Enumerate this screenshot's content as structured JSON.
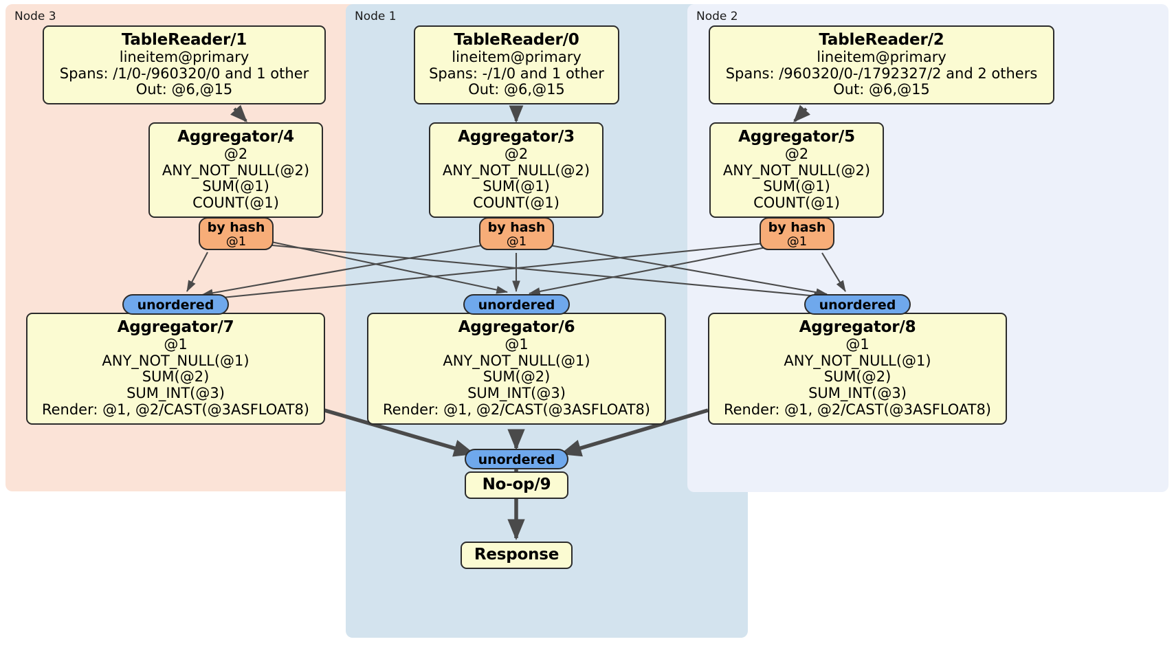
{
  "diagram": {
    "title": "Distributed SQL query execution plan",
    "colors": {
      "node3_bg": "#fbe3d7",
      "node1_bg": "#d3e3ee",
      "node2_bg": "#edf1fa",
      "processor_bg": "#fbfbd2",
      "hash_router_bg": "#f7ad78",
      "unordered_bg": "#6fa8ec",
      "border": "#2b2b2b",
      "edge": "#4a4a4a"
    }
  },
  "panels": [
    {
      "id": "node3",
      "label": "Node 3"
    },
    {
      "id": "node1",
      "label": "Node 1"
    },
    {
      "id": "node2",
      "label": "Node 2"
    }
  ],
  "processors": {
    "tablereader1": {
      "title": "TableReader/1",
      "lines": [
        "lineitem@primary",
        "Spans: /1/0-/960320/0 and 1 other",
        "Out: @6,@15"
      ]
    },
    "tablereader0": {
      "title": "TableReader/0",
      "lines": [
        "lineitem@primary",
        "Spans: -/1/0 and 1 other",
        "Out: @6,@15"
      ]
    },
    "tablereader2": {
      "title": "TableReader/2",
      "lines": [
        "lineitem@primary",
        "Spans: /960320/0-/1792327/2 and 2 others",
        "Out: @6,@15"
      ]
    },
    "aggregator4": {
      "title": "Aggregator/4",
      "lines": [
        "@2",
        "ANY_NOT_NULL(@2)",
        "SUM(@1)",
        "COUNT(@1)"
      ]
    },
    "aggregator3": {
      "title": "Aggregator/3",
      "lines": [
        "@2",
        "ANY_NOT_NULL(@2)",
        "SUM(@1)",
        "COUNT(@1)"
      ]
    },
    "aggregator5": {
      "title": "Aggregator/5",
      "lines": [
        "@2",
        "ANY_NOT_NULL(@2)",
        "SUM(@1)",
        "COUNT(@1)"
      ]
    },
    "aggregator7": {
      "title": "Aggregator/7",
      "lines": [
        "@1",
        "ANY_NOT_NULL(@1)",
        "SUM(@2)",
        "SUM_INT(@3)",
        "Render: @1, @2/CAST(@3ASFLOAT8)"
      ]
    },
    "aggregator6": {
      "title": "Aggregator/6",
      "lines": [
        "@1",
        "ANY_NOT_NULL(@1)",
        "SUM(@2)",
        "SUM_INT(@3)",
        "Render: @1, @2/CAST(@3ASFLOAT8)"
      ]
    },
    "aggregator8": {
      "title": "Aggregator/8",
      "lines": [
        "@1",
        "ANY_NOT_NULL(@1)",
        "SUM(@2)",
        "SUM_INT(@3)",
        "Render: @1, @2/CAST(@3ASFLOAT8)"
      ]
    },
    "noop9": {
      "title": "No-op/9",
      "lines": []
    },
    "response": {
      "title": "Response",
      "lines": []
    }
  },
  "routers": {
    "hash4": {
      "title": "by hash",
      "sub": "@1"
    },
    "hash3": {
      "title": "by hash",
      "sub": "@1"
    },
    "hash5": {
      "title": "by hash",
      "sub": "@1"
    },
    "unordered7": {
      "title": "unordered",
      "sub": ""
    },
    "unordered6": {
      "title": "unordered",
      "sub": ""
    },
    "unordered8": {
      "title": "unordered",
      "sub": ""
    },
    "unordered9": {
      "title": "unordered",
      "sub": ""
    }
  }
}
